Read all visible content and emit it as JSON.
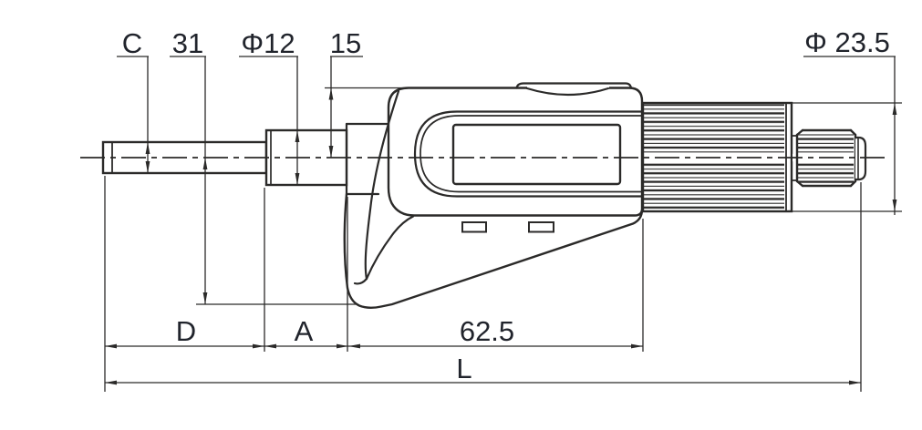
{
  "colors": {
    "line": "#2b2a29",
    "text": "#21242c",
    "background": "#ffffff"
  },
  "labels": {
    "c": "C",
    "n31": "31",
    "phi12": "Φ12",
    "n15": "15",
    "phi23_5": "Φ 23.5",
    "d": "D",
    "a": "A",
    "n62_5": "62.5",
    "l": "L"
  }
}
